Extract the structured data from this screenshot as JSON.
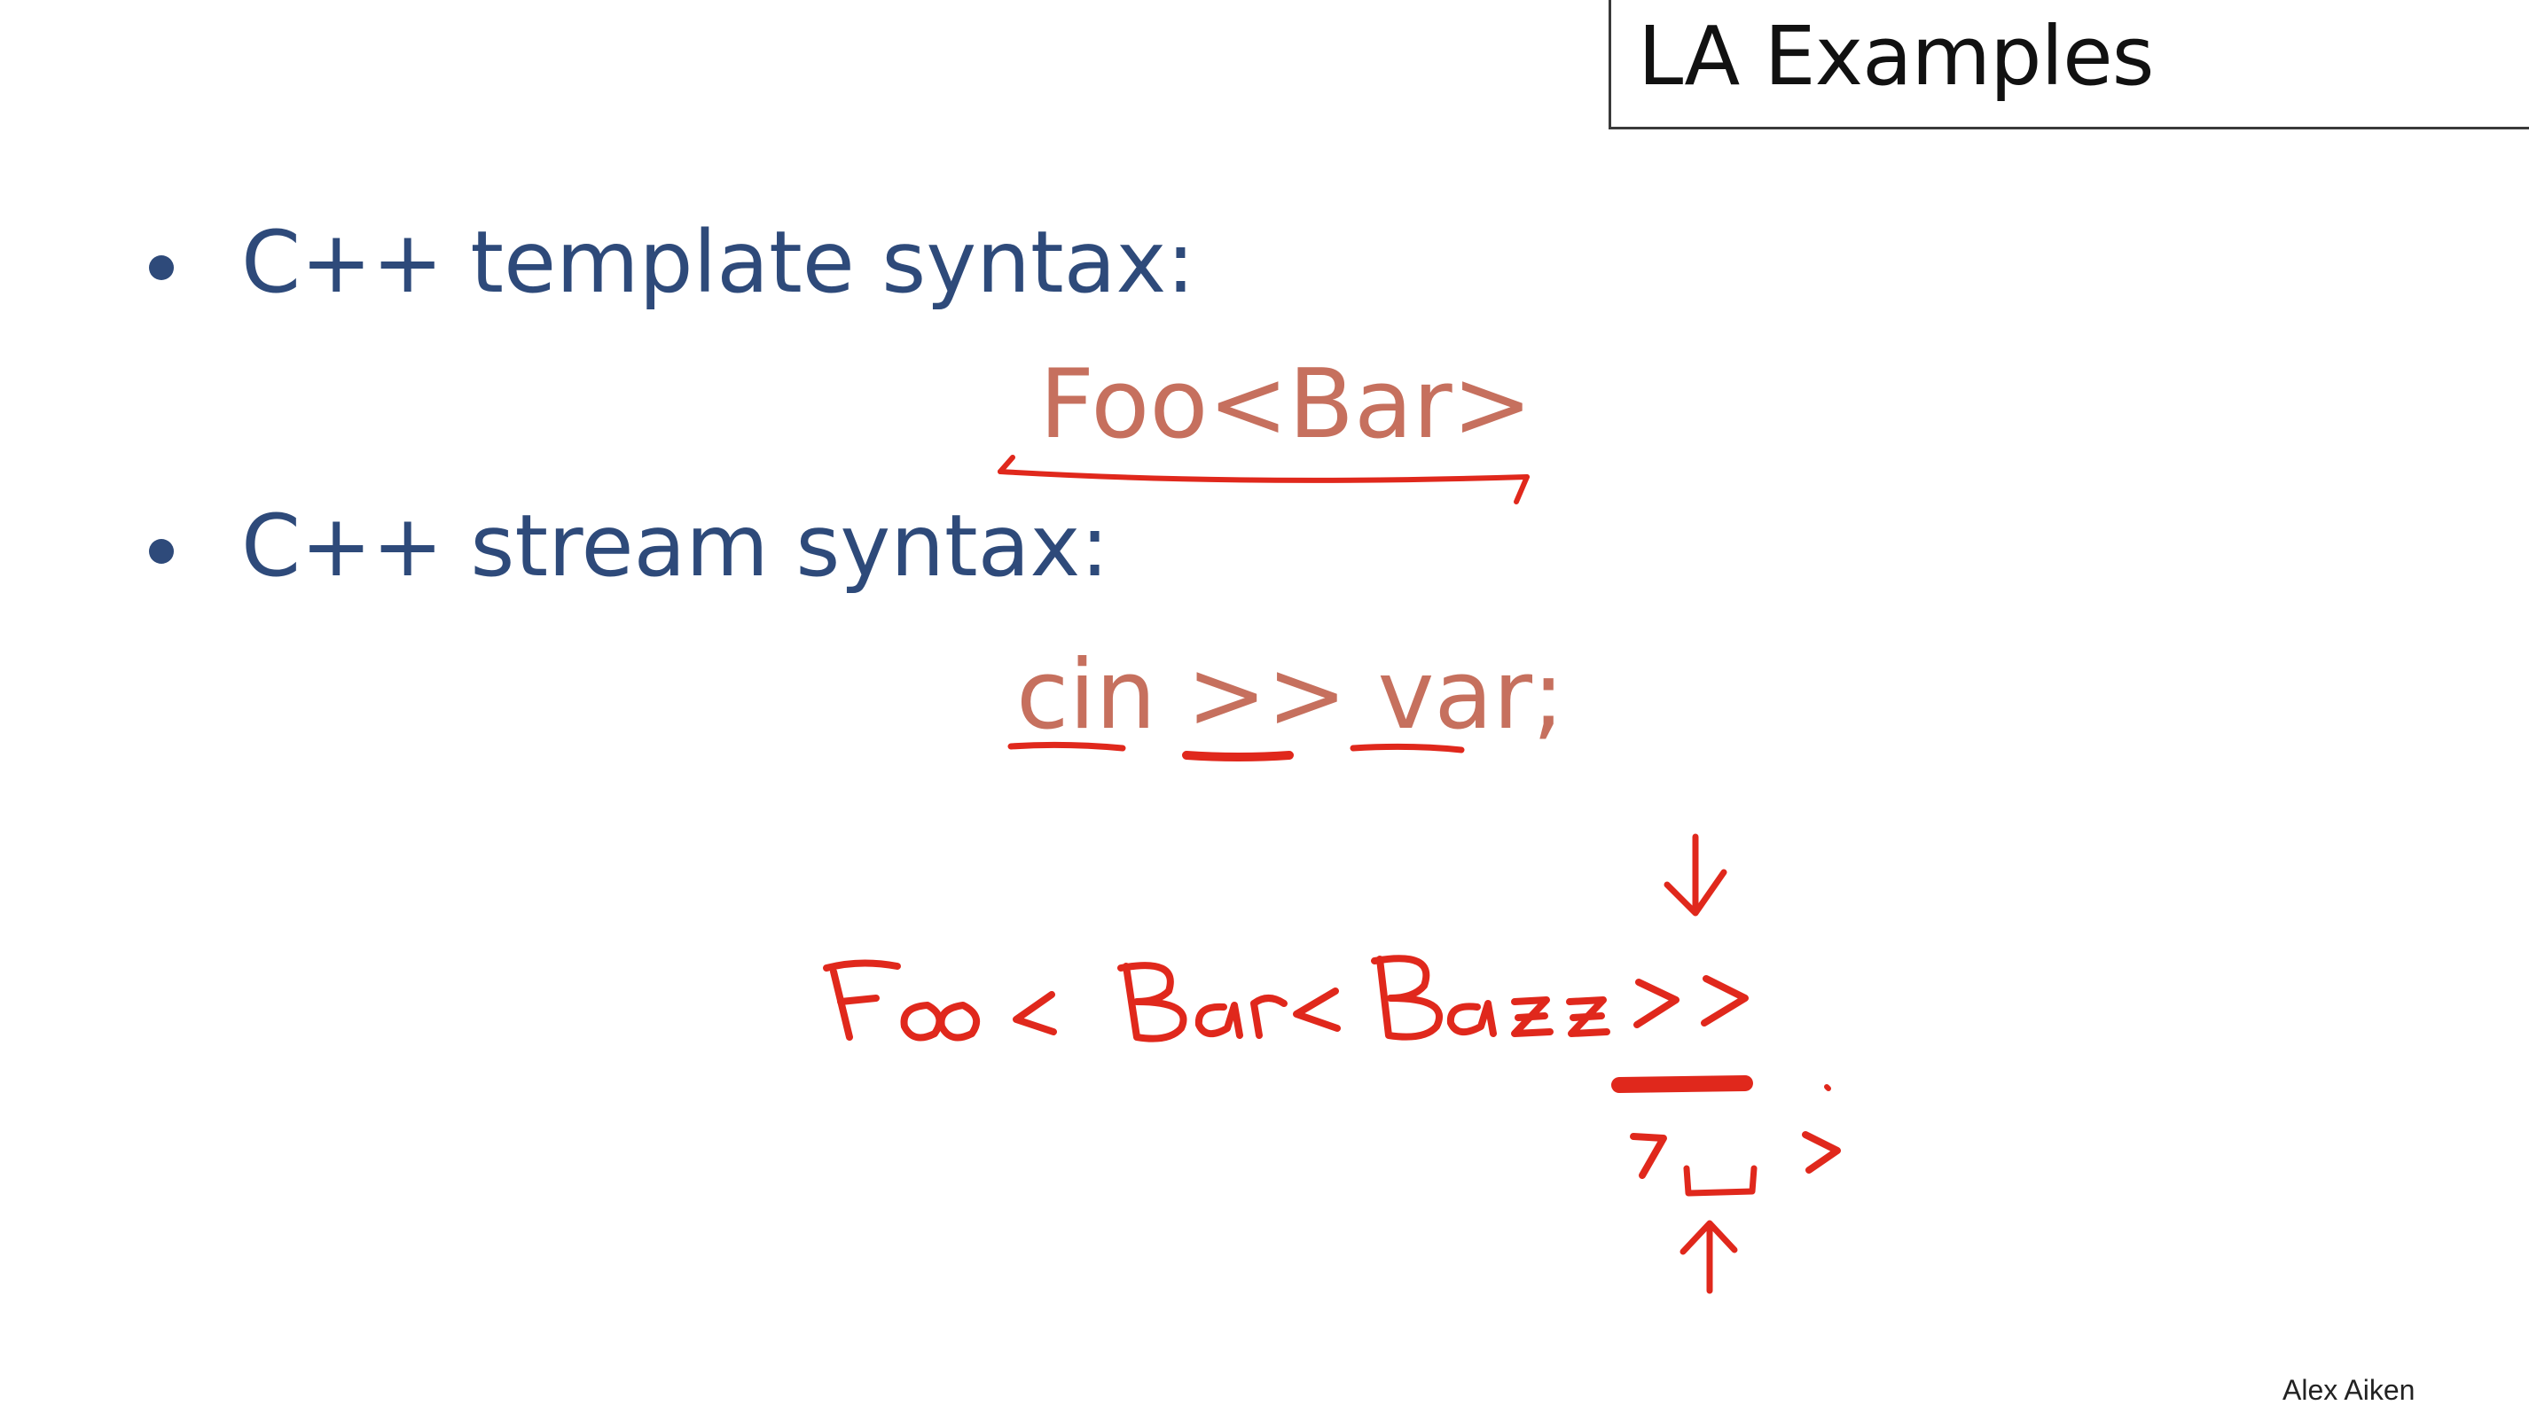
{
  "slide": {
    "title": "LA Examples",
    "bullets": [
      {
        "text": "C++ template syntax:"
      },
      {
        "text": "C++ stream syntax:"
      }
    ],
    "code_template": "Foo<Bar>",
    "code_stream": "cin >> var;",
    "author": "Alex Aiken"
  },
  "annotation": {
    "handwritten_expression": "Foo < Bar<Bazz>>",
    "handwritten_split": "> >",
    "ink_color": "#e0281c"
  },
  "colors": {
    "bullet_text": "#2e4a7a",
    "code_text": "#c6705e",
    "title_text": "#111111"
  }
}
